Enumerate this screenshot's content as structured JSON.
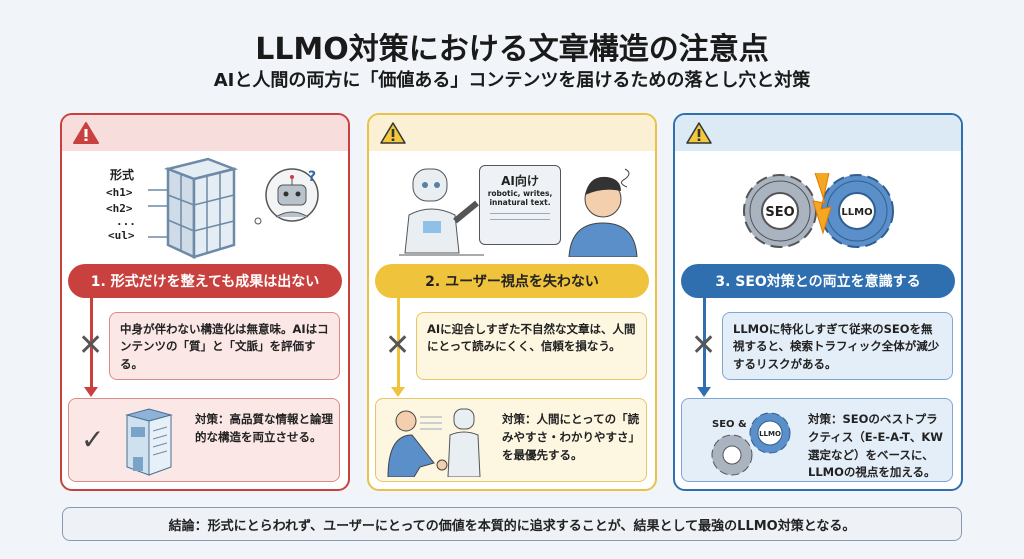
{
  "title": "LLMO対策における文章構造の注意点",
  "subtitle": "AIと人間の両方に「価値ある」コンテンツを届けるための落とし穴と対策",
  "cards": [
    {
      "illustration_labels": [
        "形式",
        "<h1>",
        "<h2>",
        "...",
        "<ul>"
      ],
      "heading": "1. 形式だけを整えても成果は出ない",
      "problem": "中身が伴わない構造化は無意味。AIはコンテンツの「質」と「文脈」を評価する。",
      "solution": "対策：高品質な情報と論理的な構造を両立させる。",
      "color": "#c9413f"
    },
    {
      "illustration_labels": [
        "AI向け",
        "robotic, writes,",
        "innatural text."
      ],
      "heading": "2. ユーザー視点を失わない",
      "problem": "AIに迎合しすぎた不自然な文章は、人間にとって読みにくく、信頼を損なう。",
      "solution": "対策：人間にとっての「読みやすさ・わかりやすさ」を最優先する。",
      "color": "#efc33b"
    },
    {
      "illustration_labels": [
        "SEO",
        "LLMO"
      ],
      "fix_labels": [
        "SEO &",
        "LLMO"
      ],
      "heading": "3. SEO対策との両立を意識する",
      "problem": "LLMOに特化しすぎて従来のSEOを無視すると、検索トラフィック全体が減少するリスクがある。",
      "solution": "対策：SEOのベストプラクティス（E-E-A-T、KW選定など）をベースに、LLMOの視点を加える。",
      "color": "#2f6fb0"
    }
  ],
  "conclusion": "結論：形式にとらわれず、ユーザーにとっての価値を本質的に追求することが、結果として最強のLLMO対策となる。"
}
